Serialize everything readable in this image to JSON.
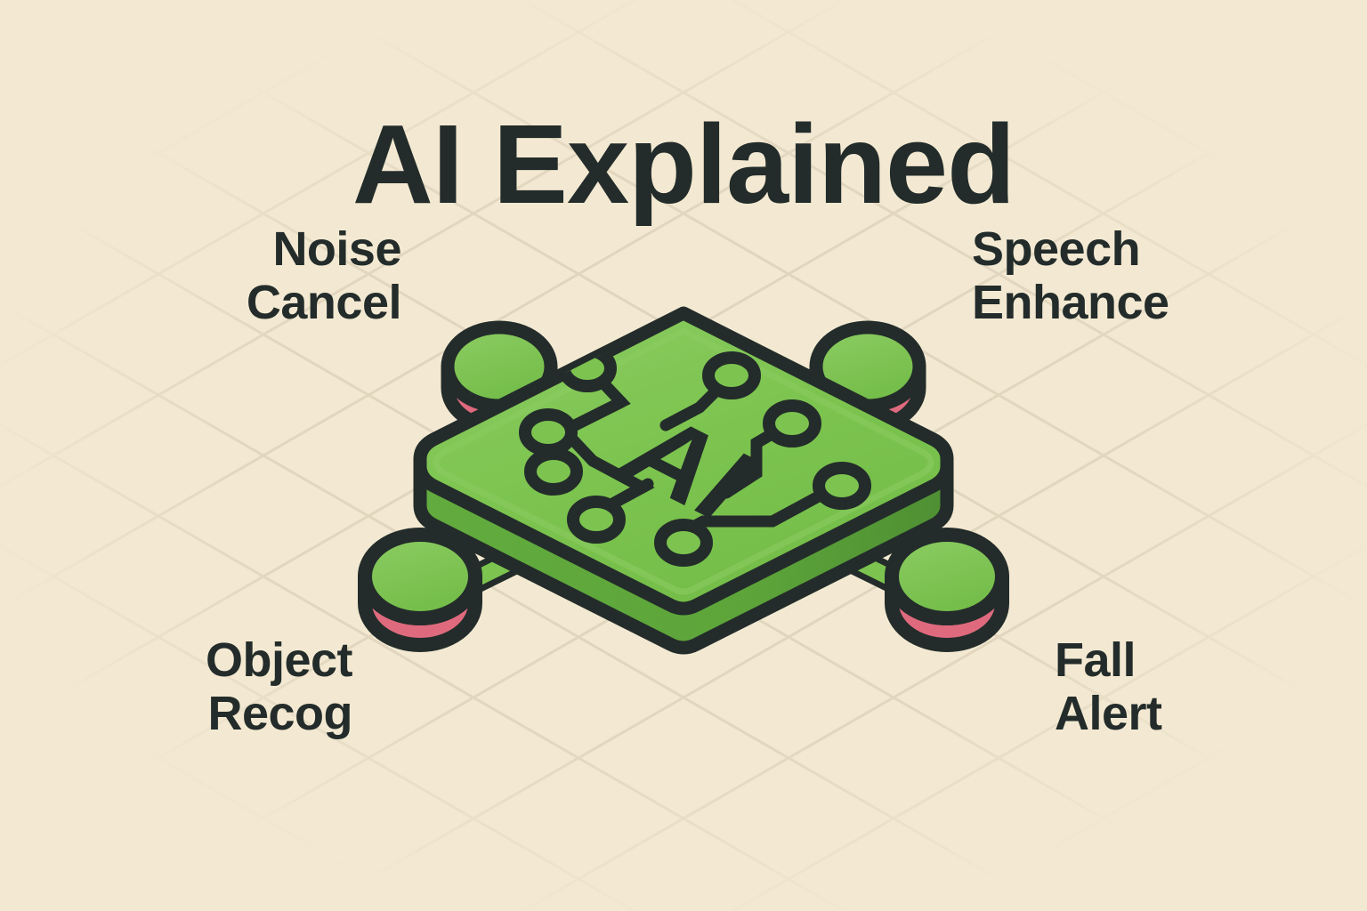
{
  "page": {
    "background_color": "#f3e9d2",
    "ink_color": "#232c2a"
  },
  "header": {
    "title": "AI Explained"
  },
  "labels": [
    {
      "id": "noise-cancel",
      "text": "Noise\nCancel",
      "position": "top-left",
      "align": "right"
    },
    {
      "id": "speech-enhance",
      "text": "Speech\nEnhance",
      "position": "top-right",
      "align": "left"
    },
    {
      "id": "object-recog",
      "text": "Object\nRecog",
      "position": "bottom-left",
      "align": "right"
    },
    {
      "id": "fall-alert",
      "text": "Fall\nAlert",
      "position": "bottom-right",
      "align": "left"
    }
  ],
  "illustration": {
    "name": "isometric-ai-chip",
    "chip_label": "AI",
    "colors": {
      "chip_top": "#7cc44f",
      "chip_top_light": "#8ccc63",
      "chip_side": "#5fa83c",
      "chip_side_dark": "#55993a",
      "node_top": "#7cc44f",
      "node_body": "#df6a7e",
      "outline": "#232c2a",
      "arm": "#7cc44f",
      "grid_line": "#ded3bb"
    },
    "nodes": [
      {
        "id": "node-top-left",
        "links_to": "noise-cancel"
      },
      {
        "id": "node-top-right",
        "links_to": "speech-enhance"
      },
      {
        "id": "node-bottom-left",
        "links_to": "object-recog"
      },
      {
        "id": "node-bottom-right",
        "links_to": "fall-alert"
      }
    ],
    "circuit_nodes_count": 8
  }
}
